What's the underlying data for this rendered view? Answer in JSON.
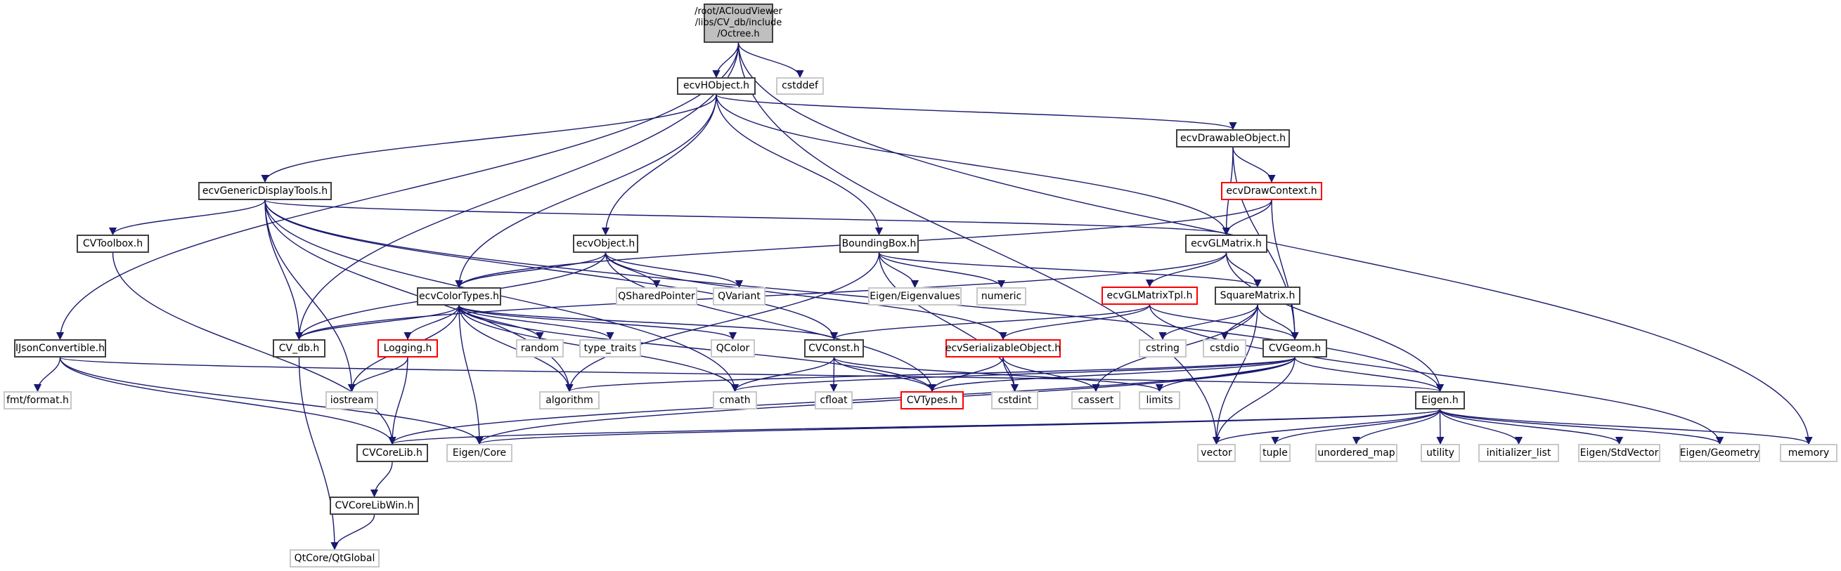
{
  "graph": {
    "title": "Octree.h include dependency graph",
    "colors": {
      "edge": "#191970",
      "root_fill": "#bfbfbf",
      "documented_border": "#404040",
      "external_border": "#c8c8c8",
      "truncated_border": "#ff0000"
    },
    "nodes": [
      {
        "id": "root",
        "label": "/root/ACloudViewer\n/libs/CV_db/include\n/Octree.h",
        "kind": "root"
      },
      {
        "id": "ecvHObject",
        "label": "ecvHObject.h",
        "kind": "documented"
      },
      {
        "id": "cstddef",
        "label": "cstddef",
        "kind": "external"
      },
      {
        "id": "ecvDrawableObject",
        "label": "ecvDrawableObject.h",
        "kind": "documented"
      },
      {
        "id": "ecvGenericDisplayTools",
        "label": "ecvGenericDisplayTools.h",
        "kind": "documented"
      },
      {
        "id": "ecvDrawContext",
        "label": "ecvDrawContext.h",
        "kind": "truncated"
      },
      {
        "id": "CVToolbox",
        "label": "CVToolbox.h",
        "kind": "documented"
      },
      {
        "id": "ecvObject",
        "label": "ecvObject.h",
        "kind": "documented"
      },
      {
        "id": "BoundingBox",
        "label": "BoundingBox.h",
        "kind": "documented"
      },
      {
        "id": "ecvGLMatrix",
        "label": "ecvGLMatrix.h",
        "kind": "documented"
      },
      {
        "id": "ecvColorTypes",
        "label": "ecvColorTypes.h",
        "kind": "documented"
      },
      {
        "id": "QSharedPointer",
        "label": "QSharedPointer",
        "kind": "external"
      },
      {
        "id": "QVariant",
        "label": "QVariant",
        "kind": "external"
      },
      {
        "id": "EigenEigenvalues",
        "label": "Eigen/Eigenvalues",
        "kind": "external"
      },
      {
        "id": "numeric",
        "label": "numeric",
        "kind": "external"
      },
      {
        "id": "ecvGLMatrixTpl",
        "label": "ecvGLMatrixTpl.h",
        "kind": "truncated"
      },
      {
        "id": "SquareMatrix",
        "label": "SquareMatrix.h",
        "kind": "documented"
      },
      {
        "id": "IJsonConvertible",
        "label": "IJsonConvertible.h",
        "kind": "documented"
      },
      {
        "id": "CV_db",
        "label": "CV_db.h",
        "kind": "documented"
      },
      {
        "id": "Logging",
        "label": "Logging.h",
        "kind": "truncated"
      },
      {
        "id": "random",
        "label": "random",
        "kind": "external"
      },
      {
        "id": "type_traits",
        "label": "type_traits",
        "kind": "external"
      },
      {
        "id": "QColor",
        "label": "QColor",
        "kind": "external"
      },
      {
        "id": "CVConst",
        "label": "CVConst.h",
        "kind": "documented"
      },
      {
        "id": "ecvSerializableObject",
        "label": "ecvSerializableObject.h",
        "kind": "truncated"
      },
      {
        "id": "cstring",
        "label": "cstring",
        "kind": "external"
      },
      {
        "id": "cstdio",
        "label": "cstdio",
        "kind": "external"
      },
      {
        "id": "CVGeom",
        "label": "CVGeom.h",
        "kind": "documented"
      },
      {
        "id": "fmtformat",
        "label": "fmt/format.h",
        "kind": "external"
      },
      {
        "id": "iostream",
        "label": "iostream",
        "kind": "external"
      },
      {
        "id": "algorithm",
        "label": "algorithm",
        "kind": "external"
      },
      {
        "id": "cmath",
        "label": "cmath",
        "kind": "external"
      },
      {
        "id": "cfloat",
        "label": "cfloat",
        "kind": "external"
      },
      {
        "id": "CVTypes",
        "label": "CVTypes.h",
        "kind": "truncated"
      },
      {
        "id": "cstdint",
        "label": "cstdint",
        "kind": "external"
      },
      {
        "id": "cassert",
        "label": "cassert",
        "kind": "external"
      },
      {
        "id": "limits",
        "label": "limits",
        "kind": "external"
      },
      {
        "id": "Eigenh",
        "label": "Eigen.h",
        "kind": "documented"
      },
      {
        "id": "CVCoreLib",
        "label": "CVCoreLib.h",
        "kind": "documented"
      },
      {
        "id": "EigenCore",
        "label": "Eigen/Core",
        "kind": "external"
      },
      {
        "id": "vector",
        "label": "vector",
        "kind": "external"
      },
      {
        "id": "tuple",
        "label": "tuple",
        "kind": "external"
      },
      {
        "id": "unordered_map",
        "label": "unordered_map",
        "kind": "external"
      },
      {
        "id": "utility",
        "label": "utility",
        "kind": "external"
      },
      {
        "id": "initializer_list",
        "label": "initializer_list",
        "kind": "external"
      },
      {
        "id": "EigenStdVector",
        "label": "Eigen/StdVector",
        "kind": "external"
      },
      {
        "id": "EigenGeometry",
        "label": "Eigen/Geometry",
        "kind": "external"
      },
      {
        "id": "memory",
        "label": "memory",
        "kind": "external"
      },
      {
        "id": "CVCoreLibWin",
        "label": "CVCoreLibWin.h",
        "kind": "documented"
      },
      {
        "id": "QtGlobal",
        "label": "QtCore/QtGlobal",
        "kind": "external"
      }
    ],
    "edges": [
      [
        "root",
        "ecvHObject"
      ],
      [
        "root",
        "cstddef"
      ],
      [
        "root",
        "CV_db"
      ],
      [
        "root",
        "IJsonConvertible"
      ],
      [
        "root",
        "vector"
      ],
      [
        "root",
        "memory"
      ],
      [
        "ecvHObject",
        "ecvGenericDisplayTools"
      ],
      [
        "ecvHObject",
        "ecvColorTypes"
      ],
      [
        "ecvHObject",
        "ecvObject"
      ],
      [
        "ecvHObject",
        "BoundingBox"
      ],
      [
        "ecvHObject",
        "ecvDrawableObject"
      ],
      [
        "ecvHObject",
        "ecvGLMatrix"
      ],
      [
        "ecvDrawableObject",
        "ecvDrawContext"
      ],
      [
        "ecvDrawableObject",
        "ecvGLMatrix"
      ],
      [
        "ecvDrawableObject",
        "CVGeom"
      ],
      [
        "ecvDrawContext",
        "ecvColorTypes"
      ],
      [
        "ecvDrawContext",
        "ecvGLMatrix"
      ],
      [
        "ecvDrawContext",
        "CVGeom"
      ],
      [
        "ecvGenericDisplayTools",
        "CVToolbox"
      ],
      [
        "ecvGenericDisplayTools",
        "ecvGLMatrix"
      ],
      [
        "ecvGenericDisplayTools",
        "CV_db"
      ],
      [
        "ecvGenericDisplayTools",
        "iostream"
      ],
      [
        "ecvGenericDisplayTools",
        "algorithm"
      ],
      [
        "ecvGenericDisplayTools",
        "cmath"
      ],
      [
        "ecvGenericDisplayTools",
        "CVConst"
      ],
      [
        "ecvGenericDisplayTools",
        "Eigenh"
      ],
      [
        "CVToolbox",
        "CVCoreLib"
      ],
      [
        "ecvObject",
        "ecvColorTypes"
      ],
      [
        "ecvObject",
        "CV_db"
      ],
      [
        "ecvObject",
        "QSharedPointer"
      ],
      [
        "ecvObject",
        "QVariant"
      ],
      [
        "ecvObject",
        "ecvSerializableObject"
      ],
      [
        "ecvObject",
        "CVTypes"
      ],
      [
        "BoundingBox",
        "EigenEigenvalues"
      ],
      [
        "BoundingBox",
        "numeric"
      ],
      [
        "BoundingBox",
        "SquareMatrix"
      ],
      [
        "BoundingBox",
        "algorithm"
      ],
      [
        "BoundingBox",
        "cstdint"
      ],
      [
        "ecvGLMatrix",
        "ecvGLMatrixTpl"
      ],
      [
        "ecvGLMatrix",
        "SquareMatrix"
      ],
      [
        "ecvGLMatrix",
        "CV_db"
      ],
      [
        "ecvGLMatrix",
        "Eigenh"
      ],
      [
        "ecvColorTypes",
        "CV_db"
      ],
      [
        "ecvColorTypes",
        "Logging"
      ],
      [
        "ecvColorTypes",
        "random"
      ],
      [
        "ecvColorTypes",
        "type_traits"
      ],
      [
        "ecvColorTypes",
        "QColor"
      ],
      [
        "ecvColorTypes",
        "CVConst"
      ],
      [
        "ecvColorTypes",
        "iostream"
      ],
      [
        "ecvColorTypes",
        "algorithm"
      ],
      [
        "ecvColorTypes",
        "cmath"
      ],
      [
        "ecvColorTypes",
        "EigenCore"
      ],
      [
        "ecvColorTypes",
        "CVTypes"
      ],
      [
        "ecvGLMatrixTpl",
        "CVConst"
      ],
      [
        "ecvGLMatrixTpl",
        "ecvSerializableObject"
      ],
      [
        "ecvGLMatrixTpl",
        "CVGeom"
      ],
      [
        "ecvGLMatrixTpl",
        "EigenGeometry"
      ],
      [
        "SquareMatrix",
        "cstring"
      ],
      [
        "SquareMatrix",
        "cstdio"
      ],
      [
        "SquareMatrix",
        "CVGeom"
      ],
      [
        "SquareMatrix",
        "cassert"
      ],
      [
        "SquareMatrix",
        "vector"
      ],
      [
        "IJsonConvertible",
        "fmtformat"
      ],
      [
        "IJsonConvertible",
        "CVCoreLib"
      ],
      [
        "IJsonConvertible",
        "EigenCore"
      ],
      [
        "IJsonConvertible",
        "Eigenh"
      ],
      [
        "CV_db",
        "QtGlobal"
      ],
      [
        "Logging",
        "iostream"
      ],
      [
        "Logging",
        "CVCoreLib"
      ],
      [
        "CVConst",
        "cmath"
      ],
      [
        "CVConst",
        "cfloat"
      ],
      [
        "CVConst",
        "CVTypes"
      ],
      [
        "CVConst",
        "limits"
      ],
      [
        "ecvSerializableObject",
        "CVTypes"
      ],
      [
        "ecvSerializableObject",
        "cstdint"
      ],
      [
        "ecvSerializableObject",
        "cassert"
      ],
      [
        "CVGeom",
        "CVTypes"
      ],
      [
        "CVGeom",
        "algorithm"
      ],
      [
        "CVGeom",
        "cmath"
      ],
      [
        "CVGeom",
        "limits"
      ],
      [
        "CVGeom",
        "Eigenh"
      ],
      [
        "CVGeom",
        "CVCoreLib"
      ],
      [
        "CVGeom",
        "EigenCore"
      ],
      [
        "CVGeom",
        "vector"
      ],
      [
        "Eigenh",
        "CVCoreLib"
      ],
      [
        "Eigenh",
        "EigenCore"
      ],
      [
        "Eigenh",
        "vector"
      ],
      [
        "Eigenh",
        "tuple"
      ],
      [
        "Eigenh",
        "unordered_map"
      ],
      [
        "Eigenh",
        "utility"
      ],
      [
        "Eigenh",
        "initializer_list"
      ],
      [
        "Eigenh",
        "EigenStdVector"
      ],
      [
        "Eigenh",
        "EigenGeometry"
      ],
      [
        "Eigenh",
        "memory"
      ],
      [
        "CVCoreLib",
        "CVCoreLibWin"
      ],
      [
        "CVCoreLibWin",
        "QtGlobal"
      ]
    ]
  }
}
